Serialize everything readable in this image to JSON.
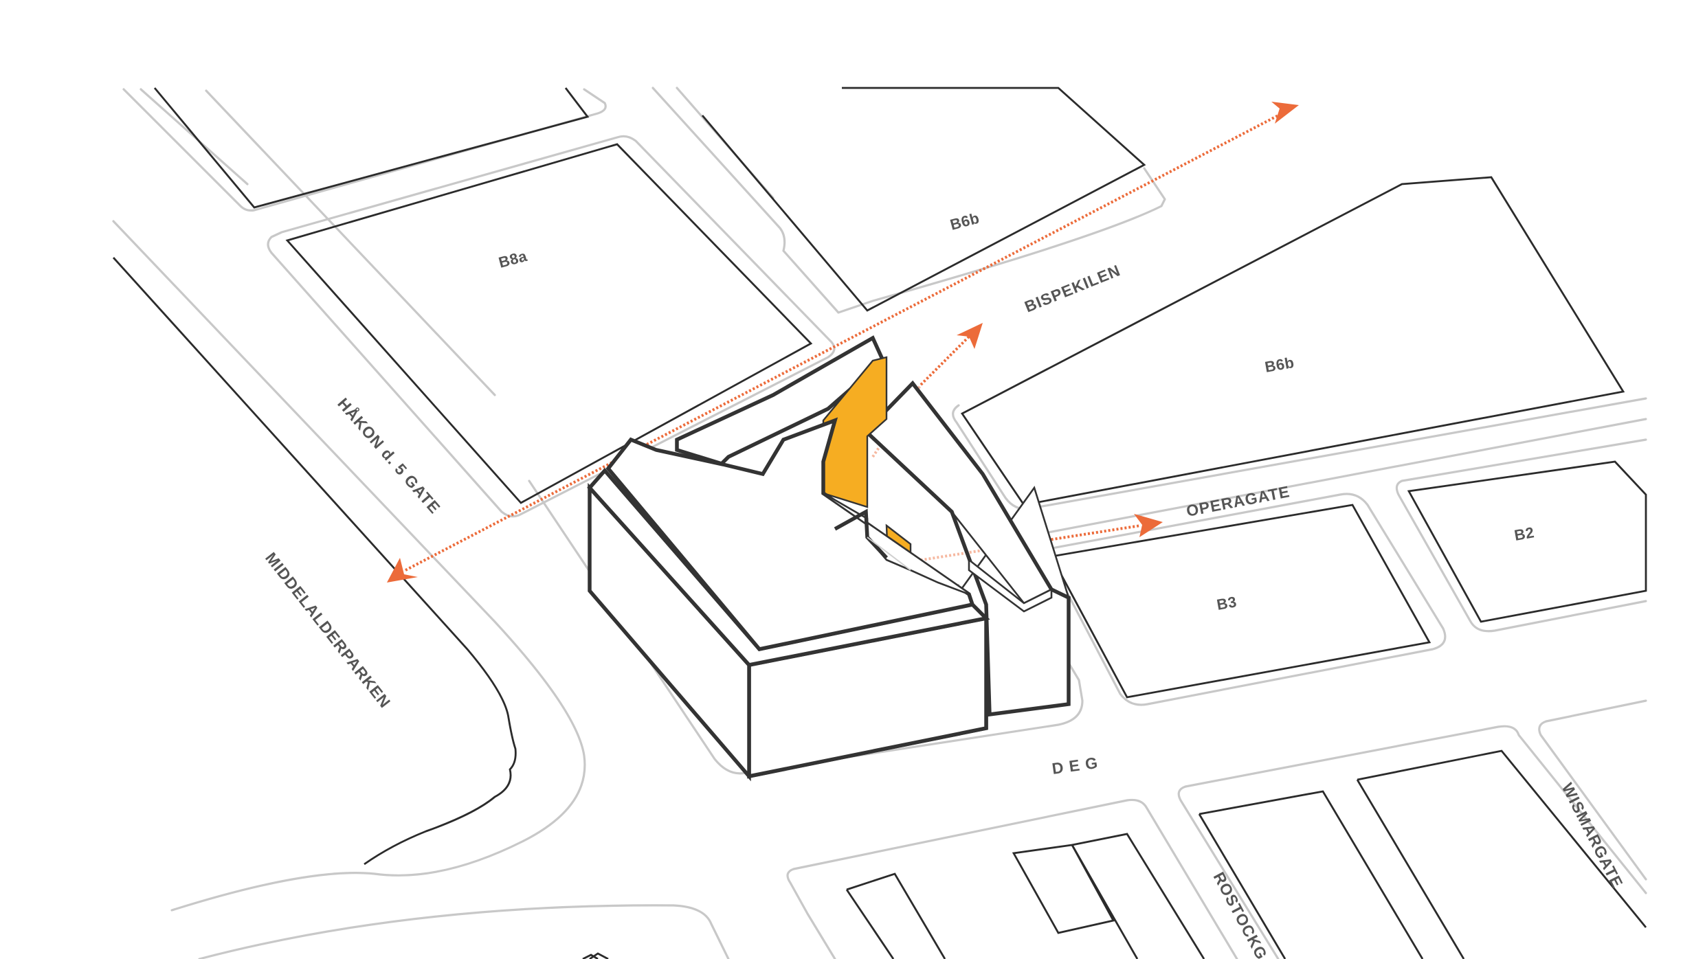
{
  "plots": {
    "b8a": "B8a",
    "b6b_north": "B6b",
    "b6b_east": "B6b",
    "b3": "B3",
    "b2": "B2"
  },
  "streets": {
    "bispekilen": "BISPEKILEN",
    "operagate": "OPERAGATE",
    "hakon": "HÅKON d. 5 GATE",
    "middelalderparken": "MIDDELALDERPARKEN",
    "deg": "D E G",
    "rostockg": "ROSTOCKG",
    "wismargate": "WISMARGATE"
  },
  "colors": {
    "arrow": "#ec6b3a",
    "accent": "#f6ad22",
    "building_outline": "#333333",
    "curb": "#c8c8c8",
    "plot_outline": "#2b2b2b",
    "label": "#555555"
  },
  "icons": {
    "arrow": "arrow-head-icon"
  }
}
